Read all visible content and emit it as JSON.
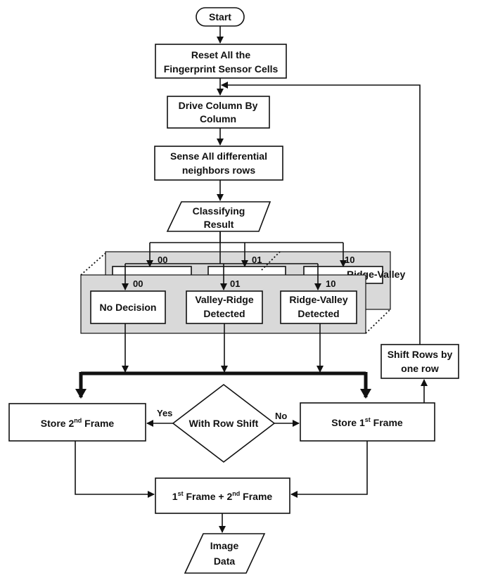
{
  "nodes": {
    "start": "Start",
    "reset_l1": "Reset All the",
    "reset_l2": "Fingerprint Sensor Cells",
    "drive_l1": "Drive Column By",
    "drive_l2": "Column",
    "sense_l1": "Sense All differential",
    "sense_l2": "neighbors rows",
    "classify_l1": "Classifying",
    "classify_l2": "Result",
    "no_decision": "No Decision",
    "valley_ridge_l1": "Valley-Ridge",
    "valley_ridge_l2": "Detected",
    "ridge_valley_l1": "Ridge-Valley",
    "ridge_valley_l2": "Detected",
    "back_ridge_valley_partial": "Ridge-Valley",
    "shift_l1": "Shift Rows by",
    "shift_l2": "one row",
    "store2_pre": "Store 2",
    "store2_sup": "nd",
    "store2_post": " Frame",
    "decision": "With Row Shift",
    "store1_pre": "Store 1",
    "store1_sup": "st",
    "store1_post": " Frame",
    "sum_a": "1",
    "sum_a_sup": "st",
    "sum_mid": " Frame + 2",
    "sum_b_sup": "nd",
    "sum_post": " Frame",
    "image_l1": "Image",
    "image_l2": "Data"
  },
  "edge_labels": {
    "code_00": "00",
    "code_01": "01",
    "code_10": "10",
    "back_code_00": "00",
    "back_code_01": "01",
    "back_code_10": "10",
    "yes": "Yes",
    "no": "No"
  }
}
